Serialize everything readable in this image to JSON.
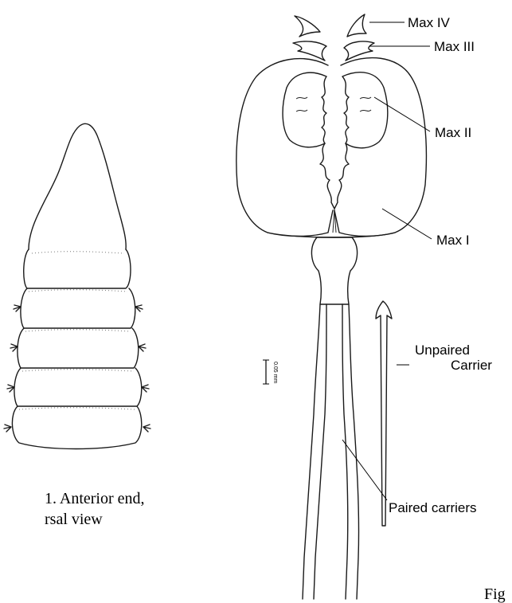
{
  "labels": {
    "max_iv": "Max IV",
    "max_iii": "Max III",
    "max_ii": "Max II",
    "max_i": "Max I",
    "unpaired_line1": "Unpaired",
    "unpaired_line2": "Carrier",
    "paired_carriers": "Paired carriers"
  },
  "caption": {
    "line1": "1.   Anterior end,",
    "line2": "rsal view",
    "fig_fragment": "Fig",
    "fig_left_fragment": "g"
  },
  "scale_bar": {
    "text": "0.05 mm"
  },
  "colors": {
    "ink": "#1a1a1a",
    "background": "#ffffff"
  }
}
